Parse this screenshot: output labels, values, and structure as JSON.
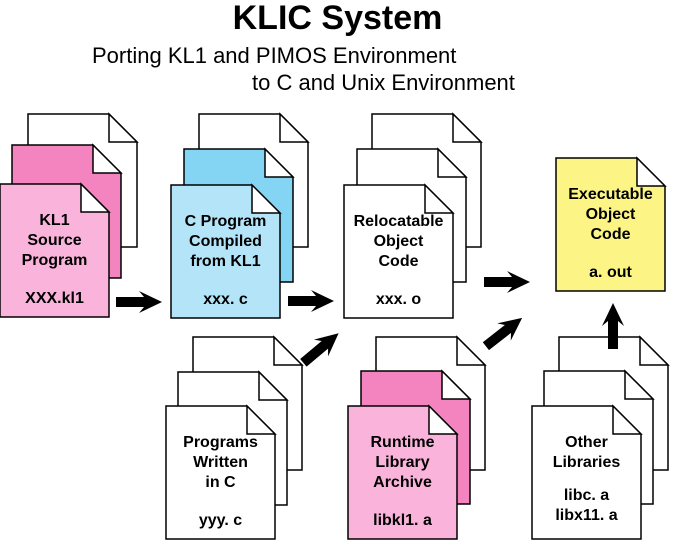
{
  "title": "KLIC System",
  "subtitle_line1": "Porting KL1 and PIMOS Environment",
  "subtitle_line2": "to C and Unix Environment",
  "colors": {
    "pink_dark": "#f484c0",
    "pink_light": "#fab4dc",
    "blue_dark": "#84d4f4",
    "blue_light": "#b4e4f8",
    "yellow": "#fcf484",
    "white": "#ffffff",
    "stroke": "#000000"
  },
  "documents": [
    {
      "id": "kl1-source",
      "label_lines": [
        "KL1",
        "Source",
        "Program"
      ],
      "file": "XXX.kl1",
      "stack": 3,
      "palette": "pink"
    },
    {
      "id": "c-compiled",
      "label_lines": [
        "C Program",
        "Compiled",
        "from KL1"
      ],
      "file": "xxx. c",
      "stack": 3,
      "palette": "blue"
    },
    {
      "id": "relocatable",
      "label_lines": [
        "Relocatable",
        "Object",
        "Code"
      ],
      "file": "xxx. o",
      "stack": 3,
      "palette": "white"
    },
    {
      "id": "executable",
      "label_lines": [
        "Executable",
        "Object",
        "Code"
      ],
      "file": "a. out",
      "stack": 1,
      "palette": "yellow"
    },
    {
      "id": "programs-c",
      "label_lines": [
        "Programs",
        "Written",
        "in C"
      ],
      "file": "yyy. c",
      "stack": 3,
      "palette": "white"
    },
    {
      "id": "runtime-lib",
      "label_lines": [
        "Runtime",
        "Library",
        "Archive"
      ],
      "file": "libkl1. a",
      "stack": 3,
      "palette": "pink"
    },
    {
      "id": "other-libs",
      "label_lines": [
        "Other",
        "Libraries"
      ],
      "file_lines": [
        "libc. a",
        "libx11. a"
      ],
      "stack": 3,
      "palette": "white"
    }
  ],
  "arrows": [
    {
      "from": "kl1-source",
      "to": "c-compiled",
      "direction": "right"
    },
    {
      "from": "c-compiled",
      "to": "relocatable",
      "direction": "right"
    },
    {
      "from": "programs-c",
      "to": "relocatable",
      "direction": "up-right"
    },
    {
      "from": "relocatable",
      "to": "executable",
      "direction": "right"
    },
    {
      "from": "runtime-lib",
      "to": "executable",
      "direction": "up-right"
    },
    {
      "from": "other-libs",
      "to": "executable",
      "direction": "up"
    }
  ]
}
